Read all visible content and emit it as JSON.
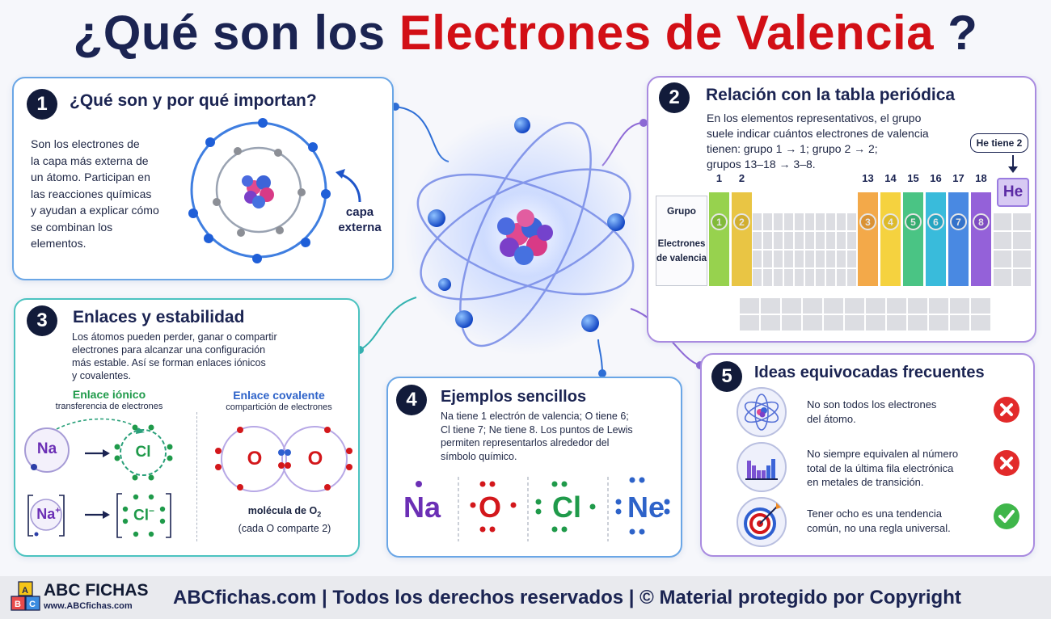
{
  "title": {
    "part1": "¿Qué son los",
    "part2": "Electrones de Valencia",
    "part3": "?"
  },
  "colors": {
    "navy": "#1b2452",
    "red": "#d20f16",
    "blue": "#6aa6e6",
    "purple": "#a98be0",
    "teal": "#4cc3c0"
  },
  "section1": {
    "num": "1",
    "title": "¿Qué son y por qué importan?",
    "lines": [
      "Son los electrones de",
      "la capa más externa de",
      "un átomo. Participan en",
      "las reacciones químicas",
      "y ayudan a explicar cómo",
      "se combinan los",
      "elementos."
    ],
    "arrow_label_1": "capa",
    "arrow_label_2": "externa"
  },
  "section2": {
    "num": "2",
    "title": "Relación con la tabla periódica",
    "lines": [
      "En los elementos representativos, el grupo",
      "suele indicar cuántos electrones de valencia",
      "tienen: grupo 1 → 1; grupo 2 → 2;",
      "grupos 13–18 → 3–8."
    ],
    "bubble": "He tiene 2",
    "he_symbol": "He",
    "row_grupo": "Grupo",
    "row_elec_1": "Electrones",
    "row_elec_2": "de valencia",
    "groups": [
      {
        "group": "1",
        "valence": "1",
        "color": "#8fcf3f"
      },
      {
        "group": "2",
        "valence": "2",
        "color": "#e8c135"
      },
      {
        "group": "13",
        "valence": "3",
        "color": "#f2a23a"
      },
      {
        "group": "14",
        "valence": "4",
        "color": "#f5cf2f"
      },
      {
        "group": "15",
        "valence": "5",
        "color": "#3bbf7a"
      },
      {
        "group": "16",
        "valence": "6",
        "color": "#29b6d8"
      },
      {
        "group": "17",
        "valence": "7",
        "color": "#3a7fe0"
      },
      {
        "group": "18",
        "valence": "8",
        "color": "#8c54d6"
      }
    ]
  },
  "section3": {
    "num": "3",
    "title": "Enlaces y estabilidad",
    "lines": [
      "Los átomos pueden perder, ganar o compartir",
      "electrones para alcanzar una configuración",
      "más estable. Así se forman enlaces iónicos",
      "y covalentes."
    ],
    "ionic_title": "Enlace iónico",
    "ionic_sub": "transferencia de electrones",
    "covalent_title": "Enlace covalente",
    "covalent_sub": "compartición de electrones",
    "na": "Na",
    "cl": "Cl",
    "na_ion": "Na",
    "na_charge": "+",
    "cl_ion": "Cl",
    "cl_charge": "−",
    "o": "O",
    "molecule_prefix": "molécula de O",
    "molecule_sub": "2",
    "molecule_note": "(cada O comparte 2)"
  },
  "section4": {
    "num": "4",
    "title": "Ejemplos sencillos",
    "lines": [
      "Na tiene 1 electrón de valencia; O tiene 6;",
      "Cl tiene 7; Ne tiene 8. Los puntos de Lewis",
      "permiten representarlos alrededor del",
      "símbolo químico."
    ],
    "lewis": [
      {
        "symbol": "Na",
        "color": "#6b2fb5"
      },
      {
        "symbol": "O",
        "color": "#d3171b"
      },
      {
        "symbol": "Cl",
        "color": "#1f9a4a"
      },
      {
        "symbol": "Ne",
        "color": "#2e63c9"
      }
    ]
  },
  "section5": {
    "num": "5",
    "title": "Ideas equivocadas frecuentes",
    "items": [
      {
        "l1": "No son todos los electrones",
        "l2": "del átomo.",
        "icon": "x-icon"
      },
      {
        "l1": "No siempre equivalen al número",
        "l2": "total de la última fila electrónica",
        "l3": "en metales de transición.",
        "icon": "x-icon"
      },
      {
        "l1": "Tener ocho es una tendencia",
        "l2": "común, no una regla universal.",
        "icon": "check-icon"
      }
    ]
  },
  "footer": {
    "brand": "ABC FICHAS",
    "url": "www.ABCfichas.com",
    "text": "ABCfichas.com | Todos los derechos reservados | © Material protegido por Copyright"
  }
}
